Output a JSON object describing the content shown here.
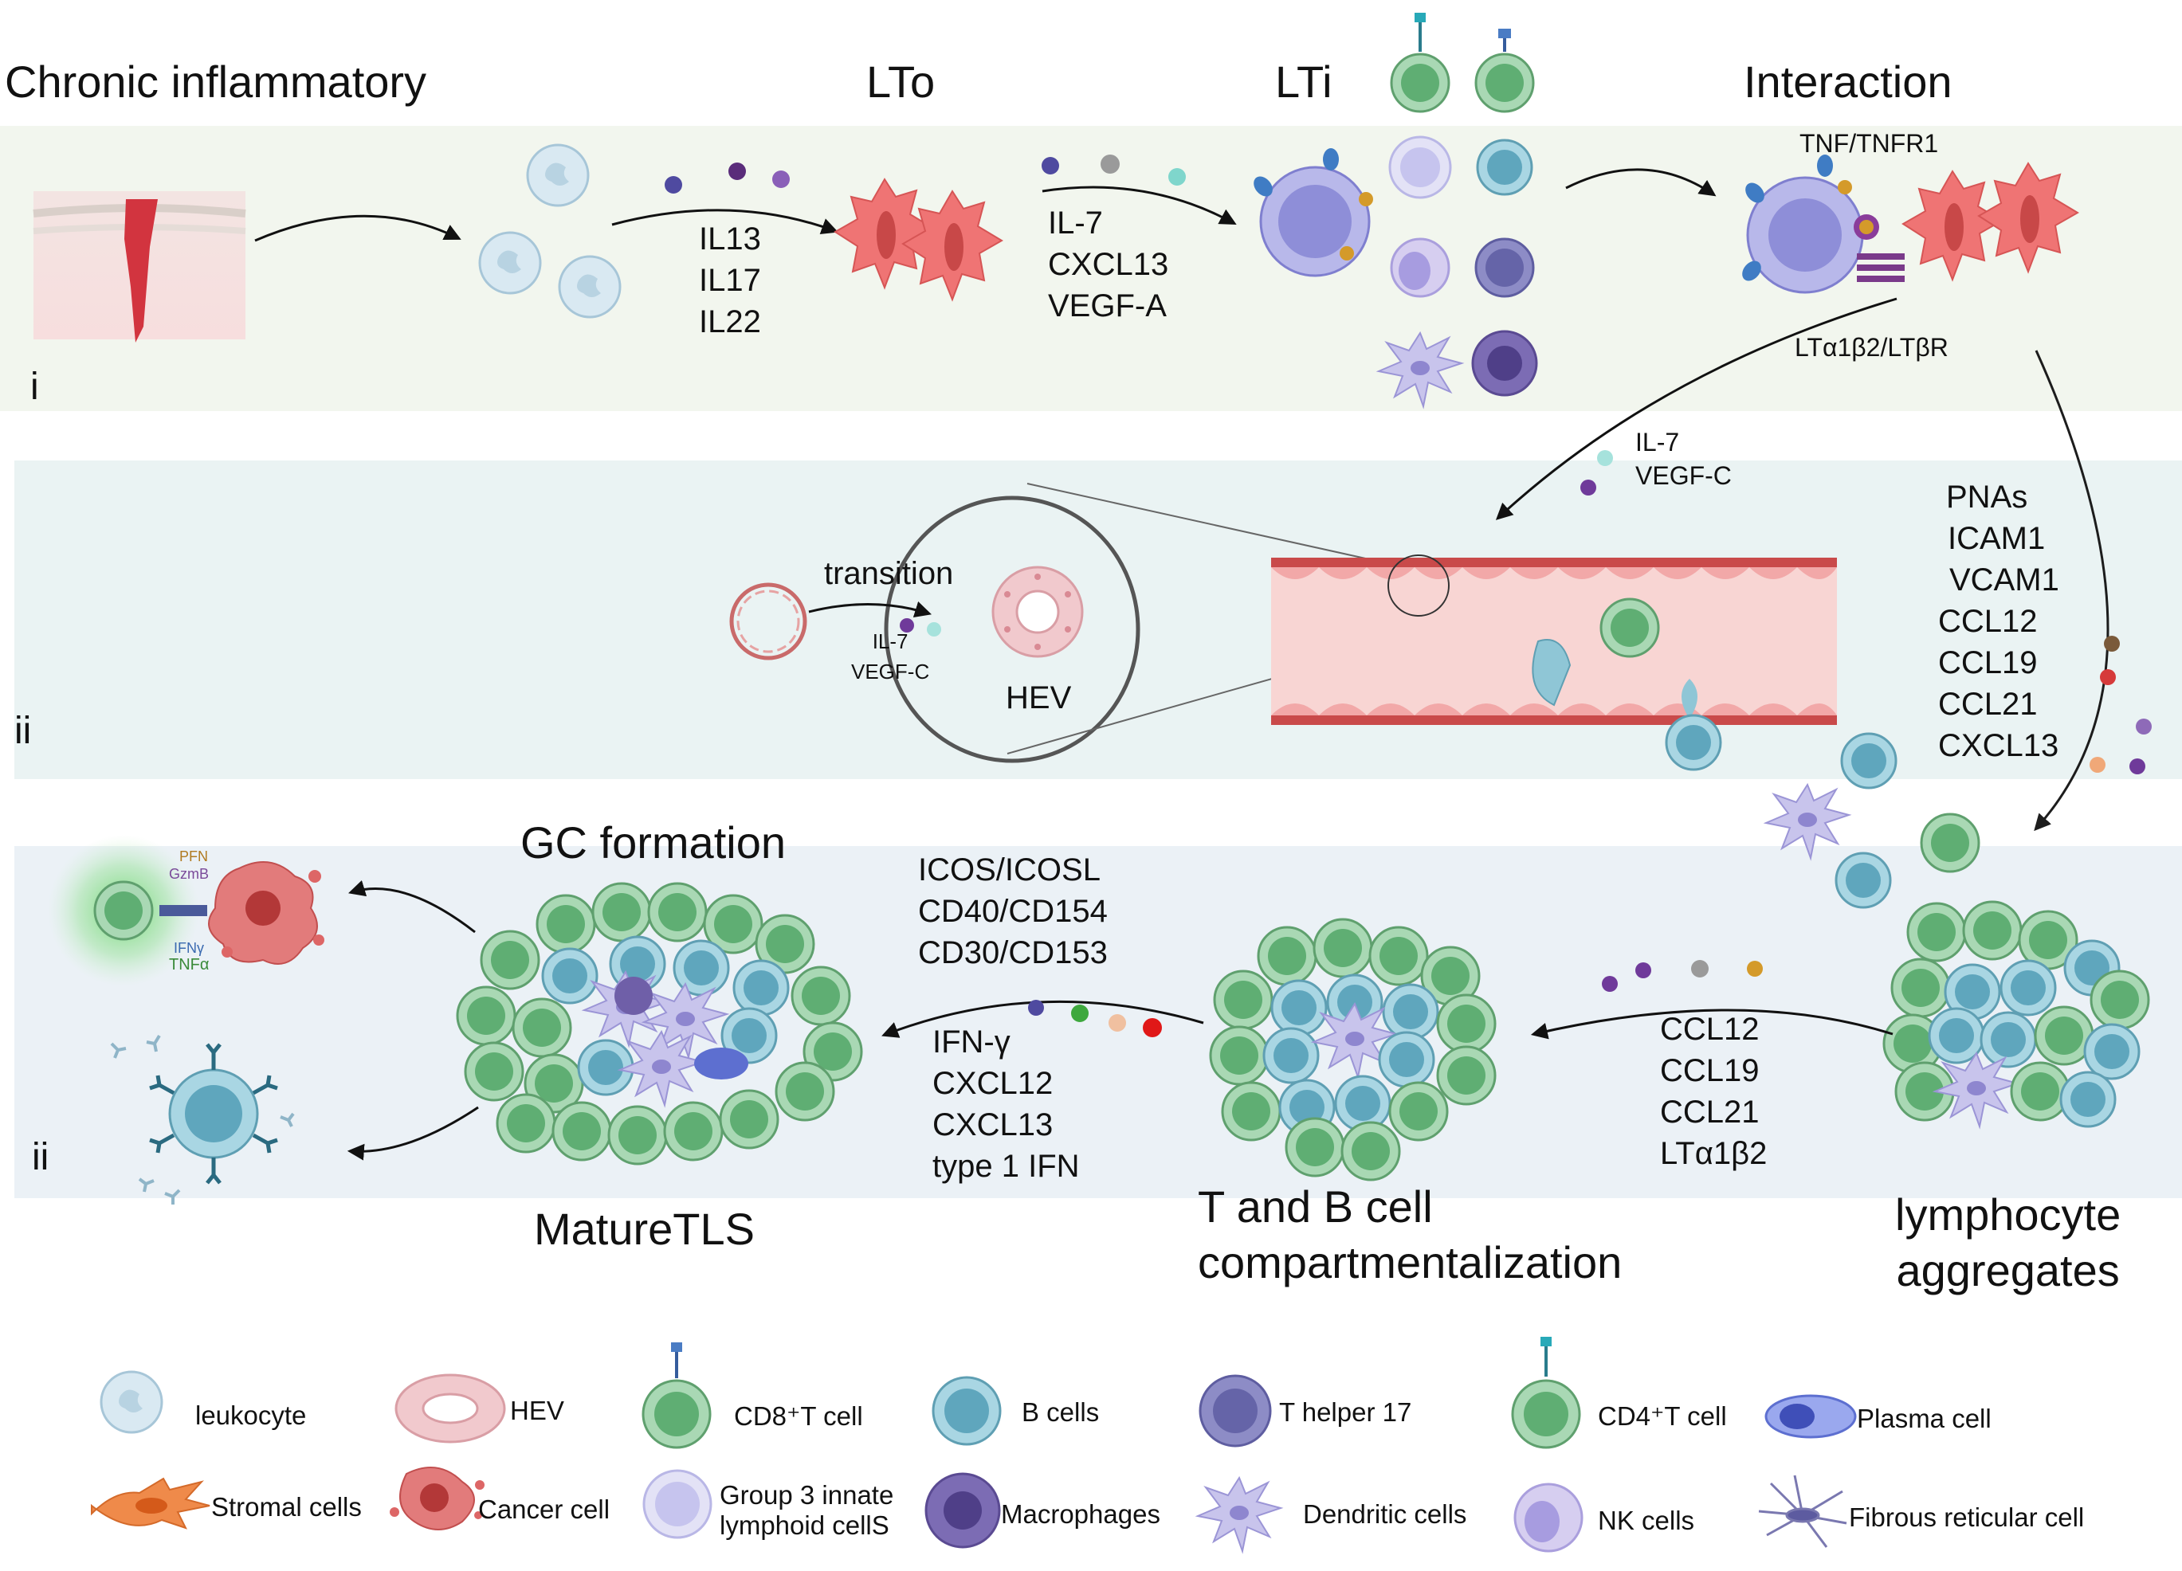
{
  "titles": {
    "chronic": "Chronic inflammatory",
    "lto": "LTo",
    "lti": "LTi",
    "interaction": "Interaction",
    "gc_formation": "GC formation",
    "mature_tls": "MatureTLS",
    "t_b_line1": "T and B cell",
    "t_b_line2": "compartmentalization",
    "lymph_line1": "lymphocyte",
    "lymph_line2": "aggregates"
  },
  "panel_labels": {
    "panel1": "i",
    "panel2": "ii",
    "panel3": "ii"
  },
  "cytokines": {
    "leuko_to_lto": [
      "IL13",
      "IL17",
      "IL22"
    ],
    "lto_to_lti": [
      "IL-7",
      "CXCL13",
      "VEGF-A"
    ],
    "tnf": "TNF/TNFR1",
    "lt": "LTα1β2/LTβR",
    "to_vessel": [
      "IL-7",
      "VEGF-C"
    ],
    "adhesion": [
      "PNAs",
      "ICAM1",
      "VCAM1",
      "CCL12",
      "CCL19",
      "CCL21",
      "CXCL13"
    ],
    "transition": "transition",
    "inset_cyto": [
      "IL-7",
      "VEGF-C"
    ],
    "hev": "HEV",
    "aggregates_to_tb": [
      "CCL12",
      "CCL19",
      "CCL21",
      "LTα1β2"
    ],
    "costim": [
      "ICOS/ICOSL",
      "CD40/CD154",
      "CD30/CD153"
    ],
    "tb_to_gc": [
      "IFN-γ",
      "CXCL12",
      "CXCL13",
      "type 1 IFN"
    ],
    "killing": {
      "pfn": "PFN",
      "gzmb": "GzmB",
      "ifng": "IFNγ",
      "tnfa": "TNFα"
    }
  },
  "legend": [
    {
      "icon": "leukocyte-icon",
      "label": "leukocyte"
    },
    {
      "icon": "hev-icon",
      "label": "HEV"
    },
    {
      "icon": "cd8-t-cell-icon",
      "label": "CD8⁺T cell"
    },
    {
      "icon": "b-cell-icon",
      "label": "B cells"
    },
    {
      "icon": "t-helper-17-icon",
      "label": "T helper 17"
    },
    {
      "icon": "cd4-t-cell-icon",
      "label": "CD4⁺T cell"
    },
    {
      "icon": "plasma-cell-icon",
      "label": "Plasma cell"
    },
    {
      "icon": "stromal-cell-icon",
      "label": "Stromal cells"
    },
    {
      "icon": "cancer-cell-icon",
      "label": "Cancer cell"
    },
    {
      "icon": "ilc3-icon",
      "label_line1": "Group 3 innate",
      "label_line2": "lymphoid cellS"
    },
    {
      "icon": "macrophage-icon",
      "label": "Macrophages"
    },
    {
      "icon": "dendritic-cell-icon",
      "label": "Dendritic cells"
    },
    {
      "icon": "nk-cell-icon",
      "label": "NK cells"
    },
    {
      "icon": "fibrous-reticular-cell-icon",
      "label": "Fibrous reticular cell"
    }
  ],
  "colors": {
    "panel1_bg": "#f2f6ee",
    "panel2_bg": "#eaf3f3",
    "panel3_bg": "#ebf1f6",
    "t_cell_green": "#8cc79a",
    "b_cell_blue": "#8fc6d6",
    "stromal_red": "#ef6f6f",
    "leukocyte": "#cfe3ee",
    "vessel_red": "#c94a4a"
  }
}
